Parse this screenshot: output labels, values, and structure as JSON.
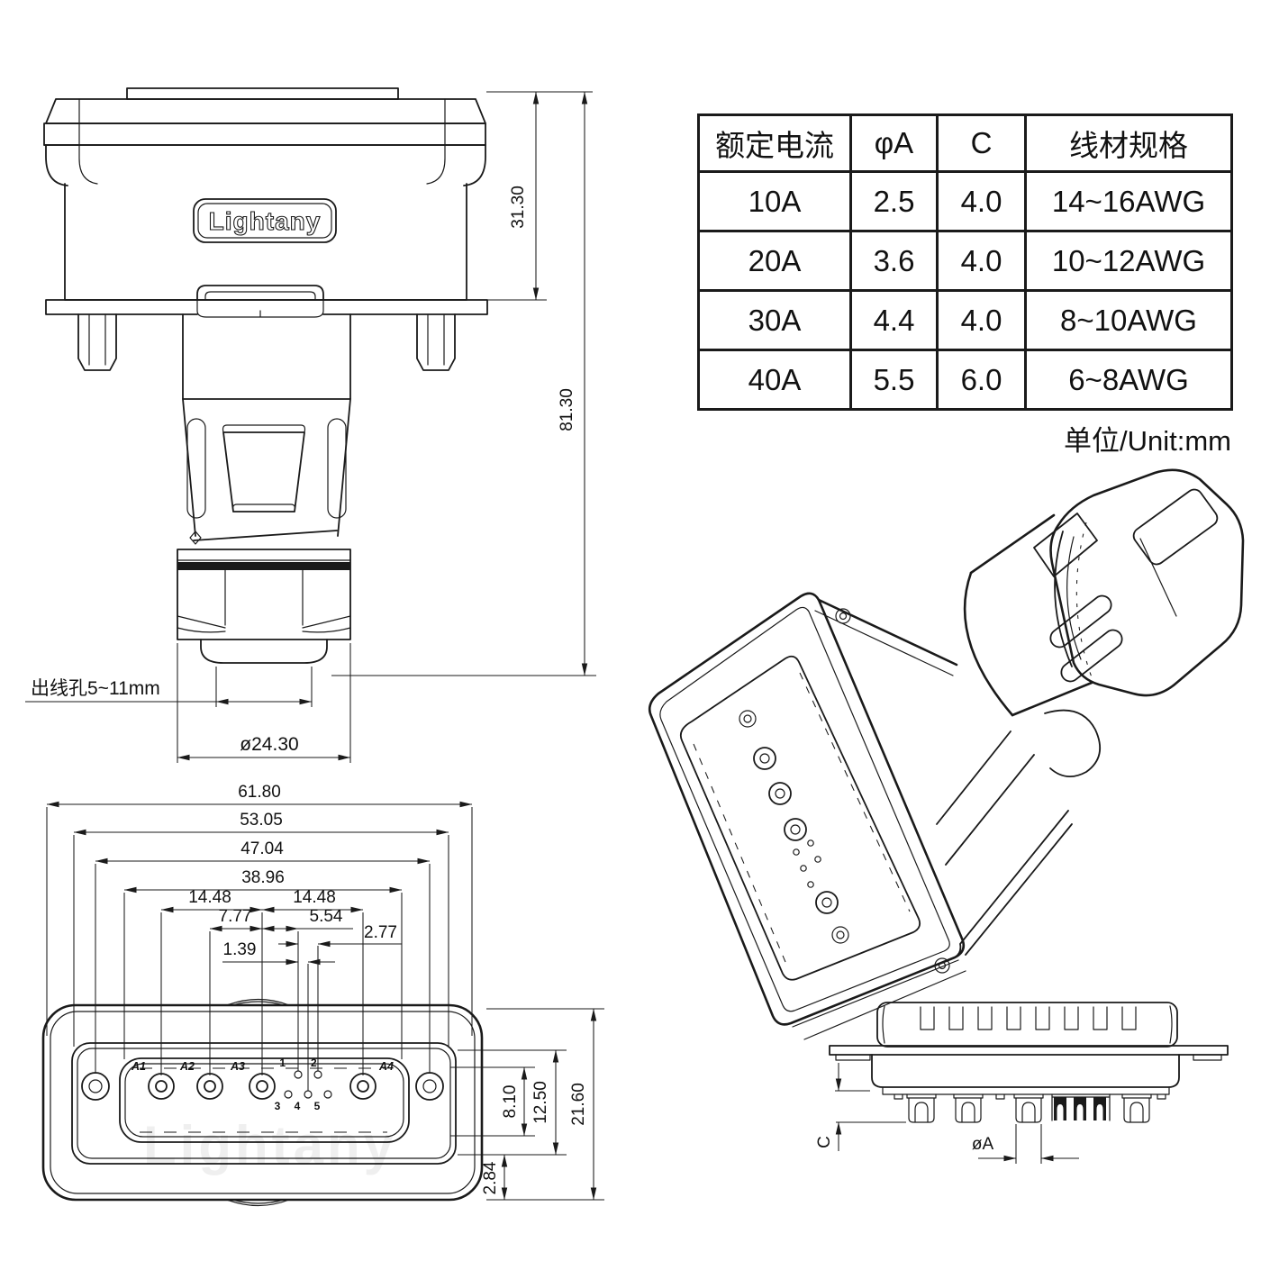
{
  "front_view": {
    "logo": "Lightany",
    "hood_height": "31.30",
    "total_height": "81.30",
    "cable_hole_label": "出线孔5~11mm",
    "gland_diameter": "ø24.30"
  },
  "spec_table": {
    "headers": [
      "额定电流",
      "φA",
      "C",
      "线材规格"
    ],
    "rows": [
      [
        "10A",
        "2.5",
        "4.0",
        "14~16AWG"
      ],
      [
        "20A",
        "3.6",
        "4.0",
        "10~12AWG"
      ],
      [
        "30A",
        "4.4",
        "4.0",
        "8~10AWG"
      ],
      [
        "40A",
        "5.5",
        "6.0",
        "6~8AWG"
      ]
    ],
    "unit_note": "单位/Unit:mm"
  },
  "face_view": {
    "width_dims": [
      "61.80",
      "53.05",
      "47.04",
      "38.96"
    ],
    "pitch_dims": [
      "14.48",
      "14.48",
      "7.77",
      "5.54",
      "2.77",
      "1.39"
    ],
    "height_dims": [
      "8.10",
      "12.50",
      "21.60",
      "2.84"
    ],
    "power_pins": [
      "A1",
      "A2",
      "A3",
      "A4"
    ],
    "signal_pins": [
      "1",
      "2",
      "3",
      "4",
      "5"
    ],
    "watermark": "Lightany"
  },
  "side_view": {
    "pin_diameter_label": "øA",
    "cup_length_label": "C"
  }
}
